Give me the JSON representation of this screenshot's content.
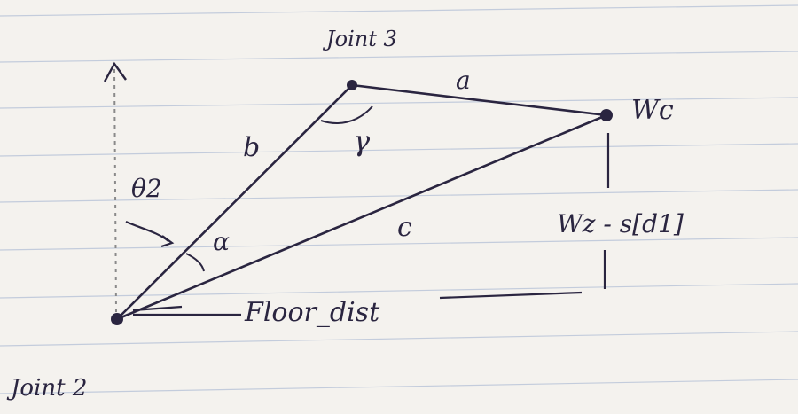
{
  "diagram": {
    "joints": {
      "joint2": "Joint 2",
      "joint3": "Joint 3",
      "wc": "Wc"
    },
    "sides": {
      "a": "a",
      "b": "b",
      "c": "c"
    },
    "angles": {
      "theta2": "θ2",
      "alpha": "α",
      "gamma": "γ"
    },
    "measurements": {
      "floor_dist": "Floor_dist",
      "vertical": "Wz - s[d1]"
    },
    "colors": {
      "paper": "#f4f2ee",
      "rule_line": "#b8c2d6",
      "ink": "#2a2540",
      "dotted_axis": "#8a8a8a"
    }
  }
}
